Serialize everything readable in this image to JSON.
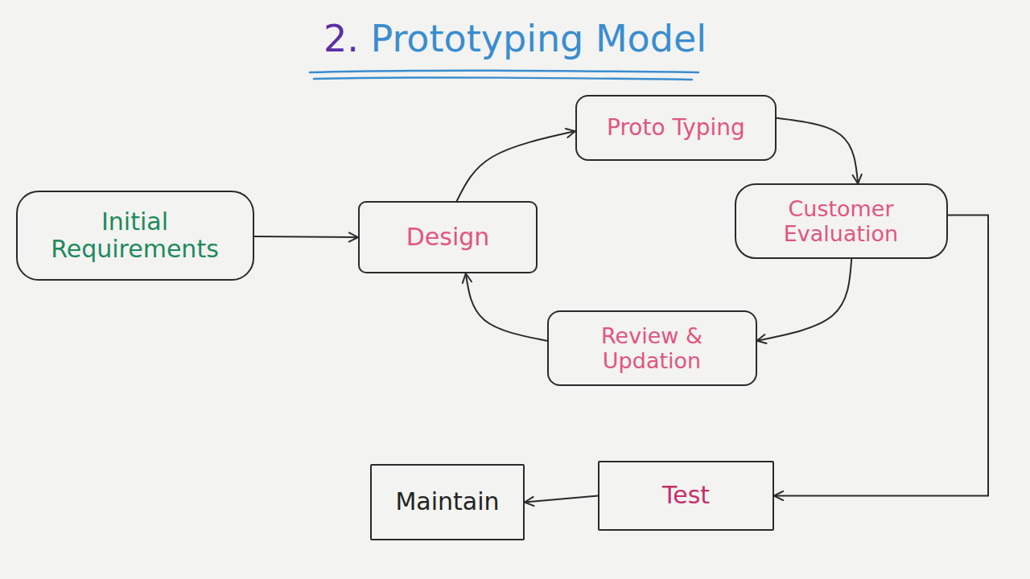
{
  "diagram": {
    "title": "2. Prototyping Model",
    "nodes": [
      {
        "text": [
          "Initial Requirements"
        ]
      },
      {
        "text": [
          "Design"
        ]
      },
      {
        "text": [
          "Proto Typing"
        ]
      },
      {
        "text": [
          "Customer Evaluation"
        ]
      },
      {
        "text": [
          "Review & Updation"
        ]
      },
      {
        "text": [
          "Test"
        ]
      },
      {
        "text": [
          "Maintain"
        ]
      }
    ],
    "edges": [
      {
        "from": 0,
        "to": 1,
        "arrow": "to"
      },
      {
        "from": 1,
        "to": 2,
        "arrow": "to"
      },
      {
        "from": 2,
        "to": 3,
        "arrow": "to"
      },
      {
        "from": 3,
        "to": 4,
        "arrow": "to"
      },
      {
        "from": 4,
        "to": 1,
        "arrow": "to"
      },
      {
        "from": 3,
        "to": 5,
        "arrow": "to"
      },
      {
        "from": 5,
        "to": 6,
        "arrow": "to"
      }
    ]
  }
}
